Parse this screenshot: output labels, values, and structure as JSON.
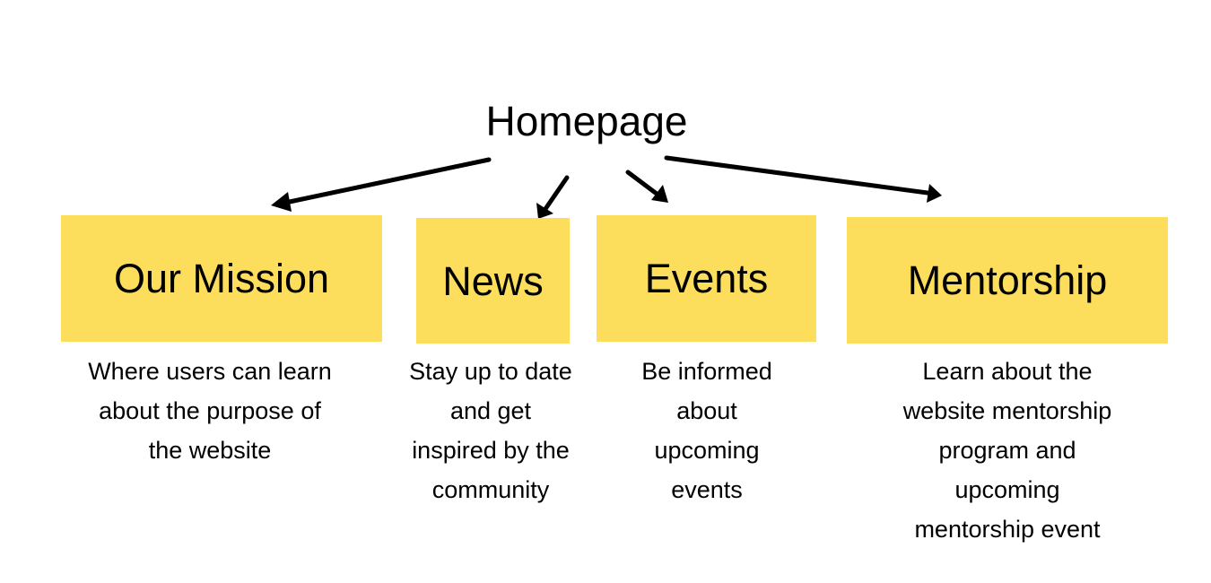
{
  "root": {
    "label": "Homepage"
  },
  "branches": [
    {
      "label": "Our Mission",
      "description": [
        "Where users can learn",
        "about the purpose of",
        "the website"
      ]
    },
    {
      "label": "News",
      "description": [
        "Stay up to date",
        "and get",
        "inspired by the",
        "community"
      ]
    },
    {
      "label": "Events",
      "description": [
        "Be informed",
        "about",
        "upcoming",
        "events"
      ]
    },
    {
      "label": "Mentorship",
      "description": [
        "Learn about the",
        "website mentorship",
        "program and",
        "upcoming",
        "mentorship event"
      ]
    }
  ],
  "colors": {
    "box_fill": "#fddd5c",
    "text": "#000000",
    "arrow": "#000000",
    "background": "#ffffff"
  }
}
